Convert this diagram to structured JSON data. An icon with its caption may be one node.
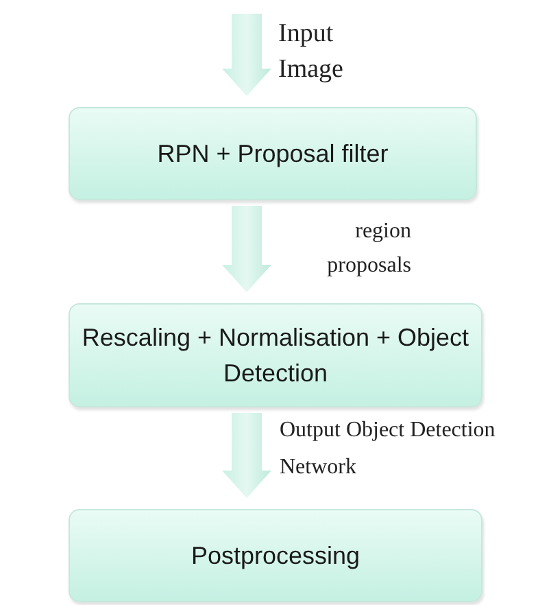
{
  "diagram": {
    "nodes": [
      {
        "text": [
          "RPN + Proposal filter"
        ]
      },
      {
        "text": [
          "Rescaling + Normalisation + Object Detection"
        ]
      },
      {
        "text": [
          "Postprocessing"
        ]
      }
    ],
    "edges": [
      {
        "from": null,
        "to": 0,
        "arrow": "to",
        "label": "Input Image"
      },
      {
        "from": 0,
        "to": 1,
        "arrow": "to",
        "label": "region proposals"
      },
      {
        "from": 1,
        "to": 2,
        "arrow": "to",
        "label": "Output Object Detection Network"
      }
    ]
  }
}
